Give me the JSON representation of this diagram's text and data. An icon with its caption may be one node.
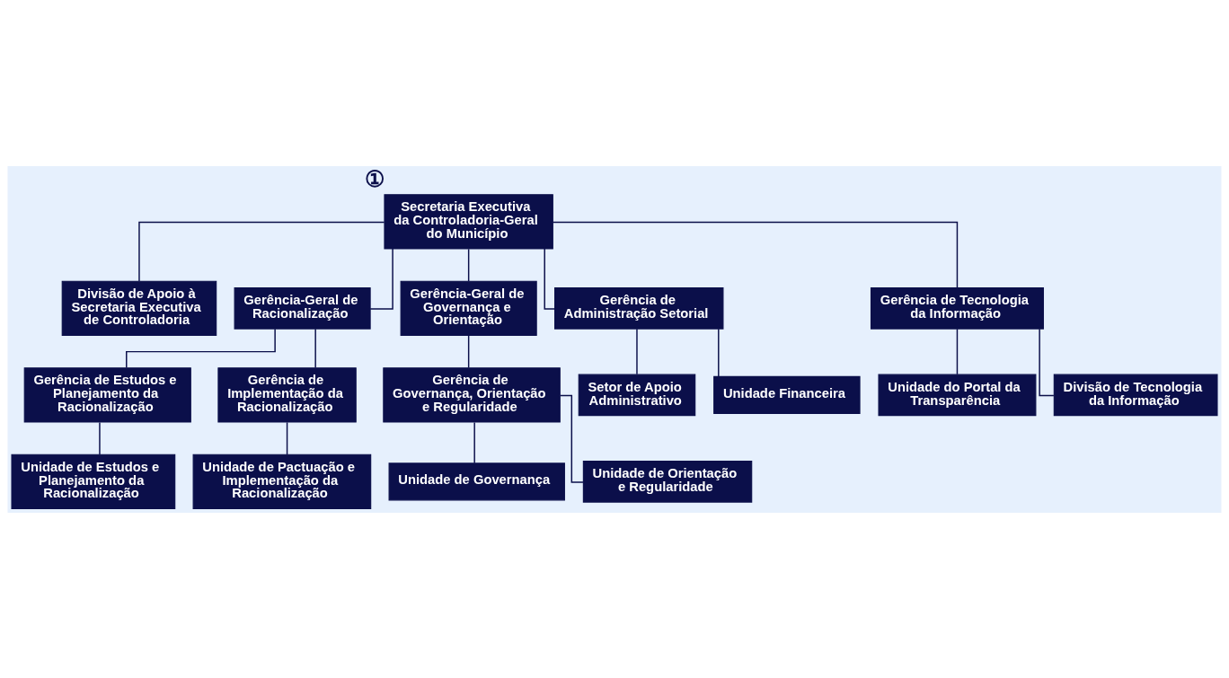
{
  "diagram": {
    "nodes": [
      {
        "text": [
          "Secretaria Executiva da Controladoria-Geral do Município"
        ],
        "beside": [
          "①"
        ]
      },
      {
        "text": [
          "Divisão de Apoio à Secretaria Executiva de Controladoria"
        ]
      },
      {
        "text": [
          "Gerência-Geral de Racionalização"
        ]
      },
      {
        "text": [
          "Gerência-Geral de Governança e Orientação"
        ]
      },
      {
        "text": [
          "Gerência de Administração Setorial"
        ]
      },
      {
        "text": [
          "Gerência de Tecnologia da Informação"
        ]
      },
      {
        "text": [
          "Gerência de Estudos e Planejamento da Racionalização"
        ]
      },
      {
        "text": [
          "Gerência de Implementação da Racionalização"
        ]
      },
      {
        "text": [
          "Gerência de Governança, Orientação e Regularidade"
        ]
      },
      {
        "text": [
          "Unidade de Estudos e Planejamento da Racionalização"
        ]
      },
      {
        "text": [
          "Unidade de Pactuação e Implementação da Racionalização"
        ]
      },
      {
        "text": [
          "Unidade de Governança"
        ]
      },
      {
        "text": [
          "Unidade de Orientação e Regularidade"
        ]
      },
      {
        "text": [
          "Setor de Apoio Administrativo"
        ]
      },
      {
        "text": [
          "Unidade Financeira"
        ]
      },
      {
        "text": [
          "Unidade do Portal da Transparência"
        ]
      },
      {
        "text": [
          "Divisão de Tecnologia da Informação"
        ]
      }
    ],
    "edges": [
      {
        "from": 0,
        "to": 1,
        "arrow": "none"
      },
      {
        "from": 0,
        "to": 2,
        "arrow": "none"
      },
      {
        "from": 0,
        "to": 3,
        "arrow": "none"
      },
      {
        "from": 0,
        "to": 4,
        "arrow": "none"
      },
      {
        "from": 0,
        "to": 5,
        "arrow": "none"
      },
      {
        "from": 2,
        "to": 6,
        "arrow": "none"
      },
      {
        "from": 2,
        "to": 7,
        "arrow": "none"
      },
      {
        "from": 3,
        "to": 8,
        "arrow": "none"
      },
      {
        "from": 4,
        "to": 13,
        "arrow": "none"
      },
      {
        "from": 4,
        "to": 14,
        "arrow": "none"
      },
      {
        "from": 5,
        "to": 15,
        "arrow": "none"
      },
      {
        "from": 5,
        "to": 16,
        "arrow": "none"
      },
      {
        "from": 6,
        "to": 9,
        "arrow": "none"
      },
      {
        "from": 7,
        "to": 10,
        "arrow": "none"
      },
      {
        "from": 8,
        "to": 11,
        "arrow": "none"
      },
      {
        "from": 8,
        "to": 12,
        "arrow": "none"
      }
    ]
  }
}
